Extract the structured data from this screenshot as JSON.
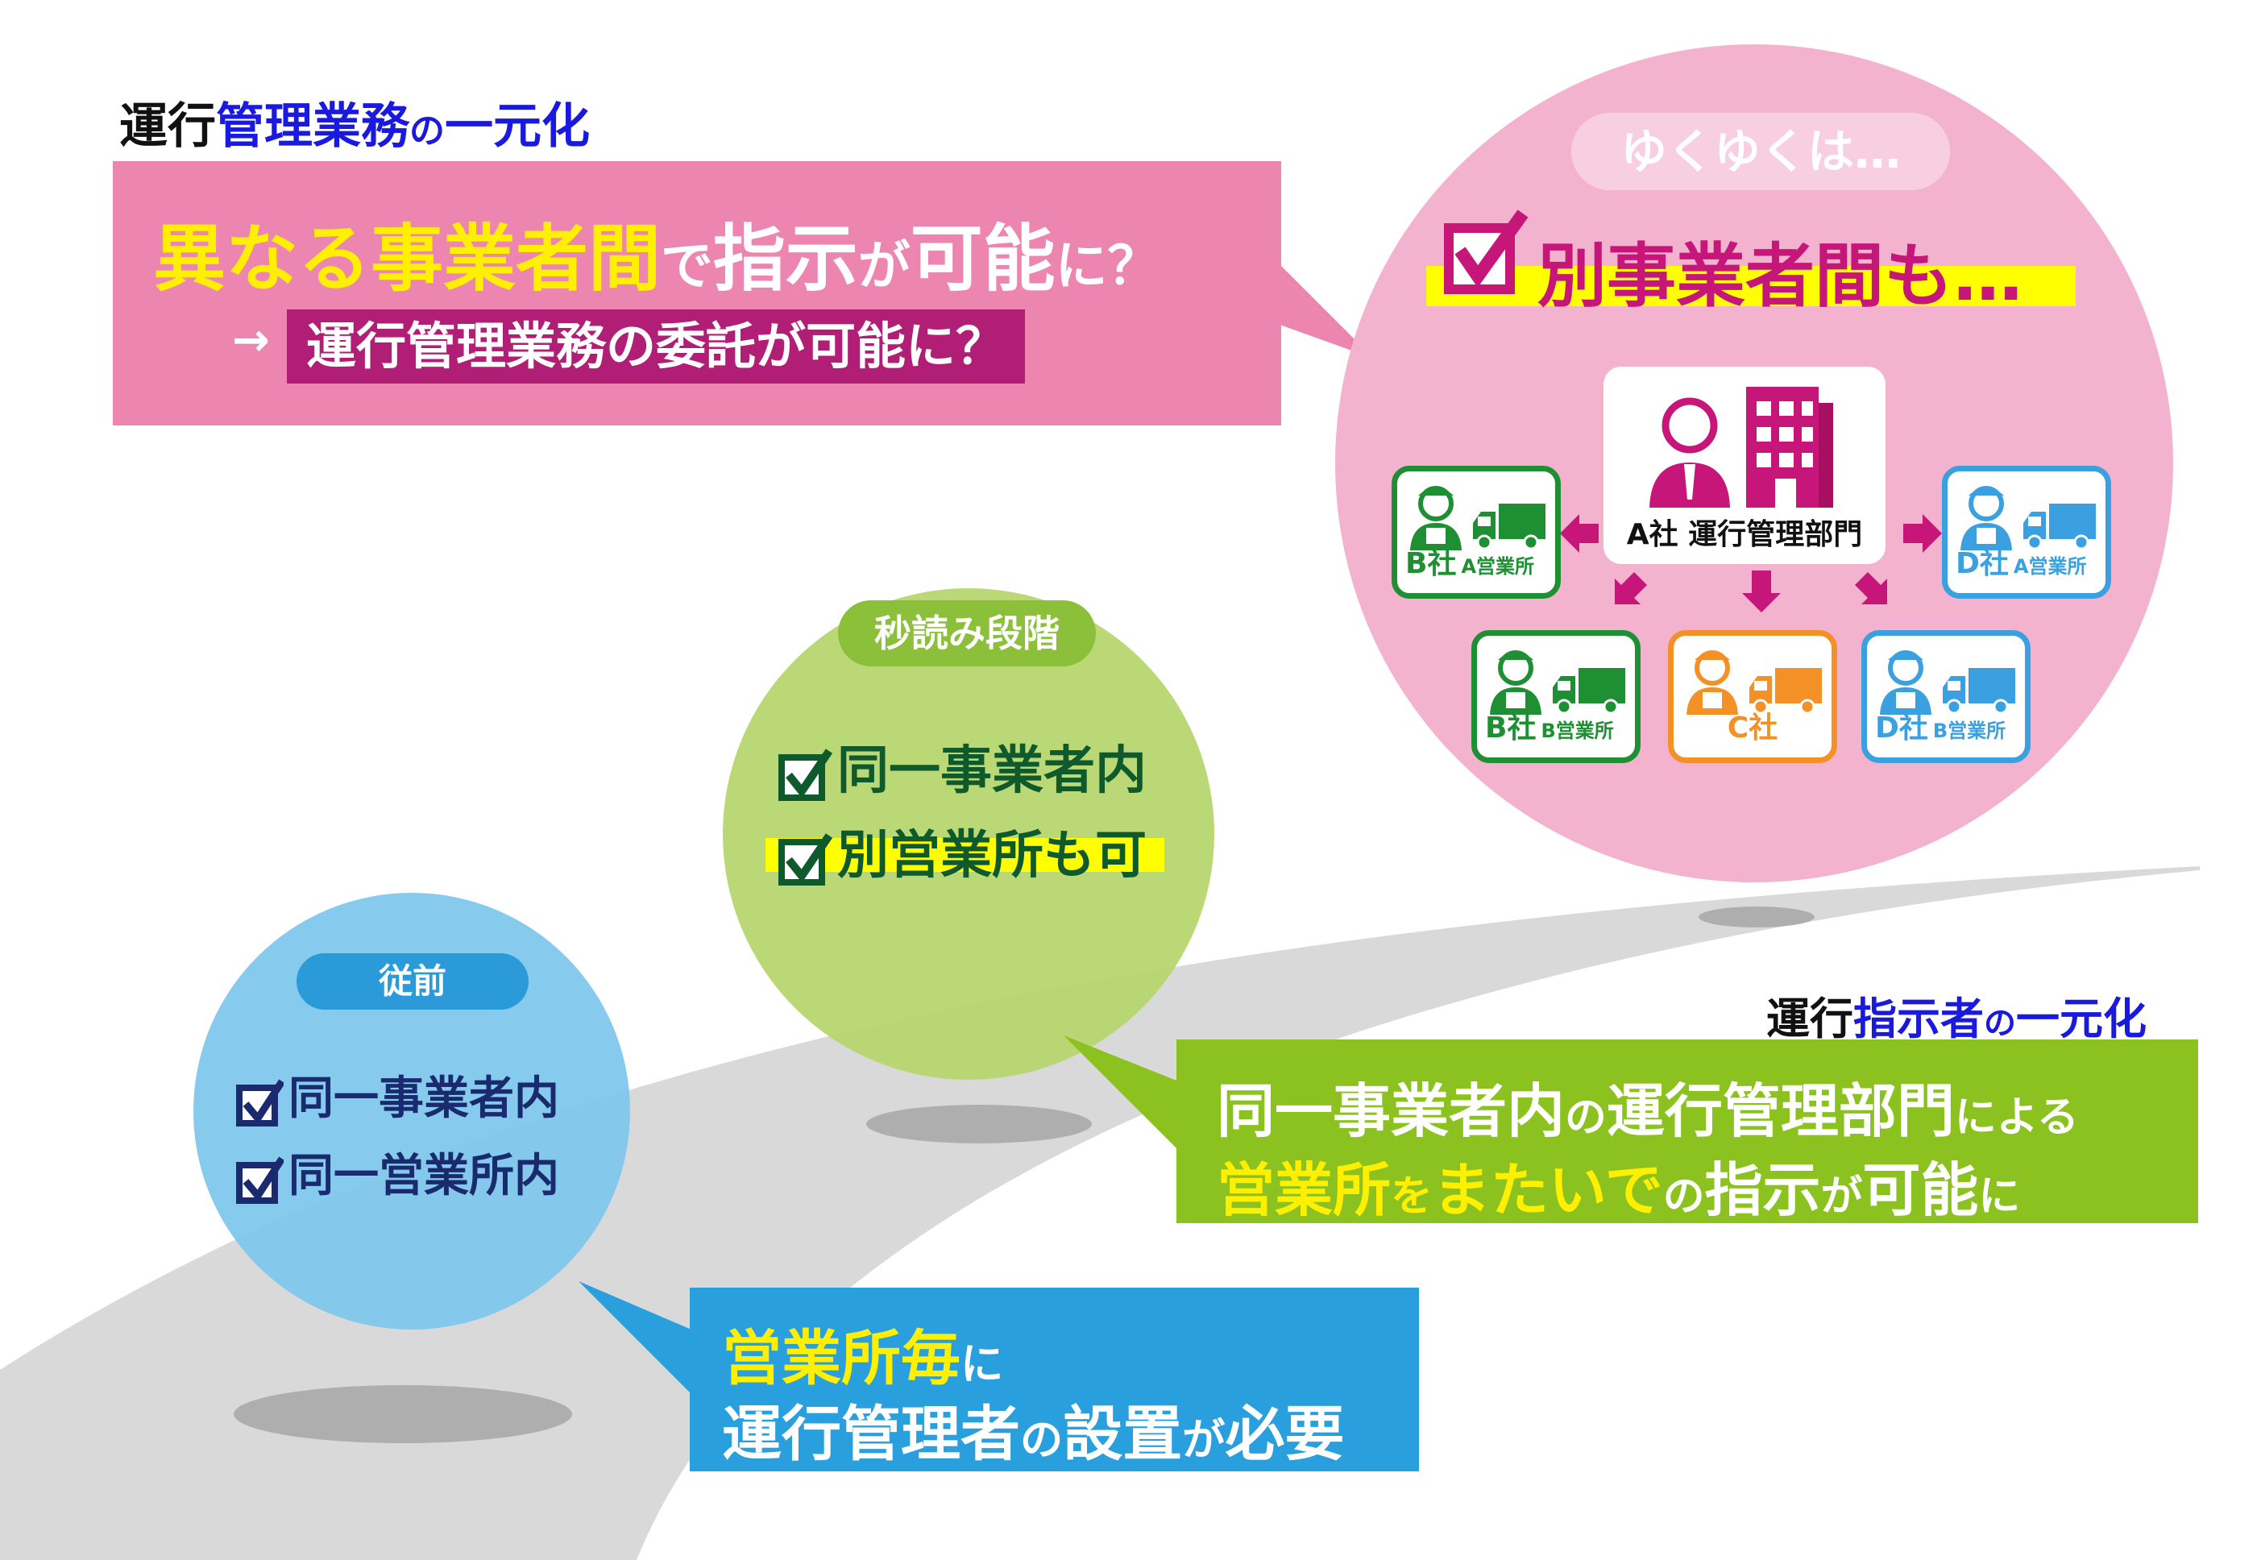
{
  "top_heading": {
    "part1": "運行",
    "part2": "管理業務",
    "part3": "の",
    "part4": "一元化"
  },
  "pink_box": {
    "line1_a": "異なる事業者間",
    "line1_b": "で",
    "line1_c": "指示",
    "line1_d": "が",
    "line1_e": "可能",
    "line1_f": "に？",
    "arrow": "→",
    "line2": "運行管理業務の委託が可能に？"
  },
  "future_circle": {
    "pill": "ゆくゆくは…",
    "headline": "別事業者間も…",
    "hq_label": "A社 運行管理部門",
    "offices": [
      {
        "company": "B社",
        "office": "A営業所",
        "color": "#1e8f33"
      },
      {
        "company": "D社",
        "office": "A営業所",
        "color": "#3aa0e0"
      },
      {
        "company": "B社",
        "office": "B営業所",
        "color": "#1e8f33"
      },
      {
        "company": "C社",
        "office": "",
        "color": "#f39126"
      },
      {
        "company": "D社",
        "office": "B営業所",
        "color": "#3aa0e0"
      }
    ],
    "colors": {
      "circle": "#f3b3cf",
      "accent": "#c6167a",
      "highlight": "#ffff00"
    }
  },
  "green_circle": {
    "pill": "秒読み段階",
    "items": [
      "同一事業者内",
      "別営業所も可"
    ],
    "colors": {
      "circle": "#b7d670",
      "pill": "#8cbf3a",
      "text": "#0f5a2c"
    }
  },
  "blue_circle": {
    "pill": "従前",
    "items": [
      "同一事業者内",
      "同一営業所内"
    ],
    "colors": {
      "circle": "#7fc7ec",
      "pill": "#2a9ad8",
      "text": "#1a2a6e"
    }
  },
  "mid_heading": {
    "part1": "運行",
    "part2": "指示者",
    "part3": "の",
    "part4": "一元化"
  },
  "green_box": {
    "line1_a": "同一事業者内",
    "line1_b": "の",
    "line1_c": "運行管理部門",
    "line1_d": "による",
    "line2_a": "営業所",
    "line2_b": "を",
    "line2_c": "またいで",
    "line2_d": "の",
    "line2_e": "指示",
    "line2_f": "が",
    "line2_g": "可能",
    "line2_h": "に",
    "color": "#8cc21f"
  },
  "blue_box": {
    "line1_a": "営業所毎",
    "line1_b": "に",
    "line2_a": "運行管理者",
    "line2_b": "の",
    "line2_c": "設置",
    "line2_d": "が",
    "line2_e": "必要",
    "color": "#2a9fde"
  },
  "icons": [
    "check-icon",
    "person-icon",
    "building-icon",
    "truck-icon",
    "driver-icon",
    "arrow-icon"
  ]
}
